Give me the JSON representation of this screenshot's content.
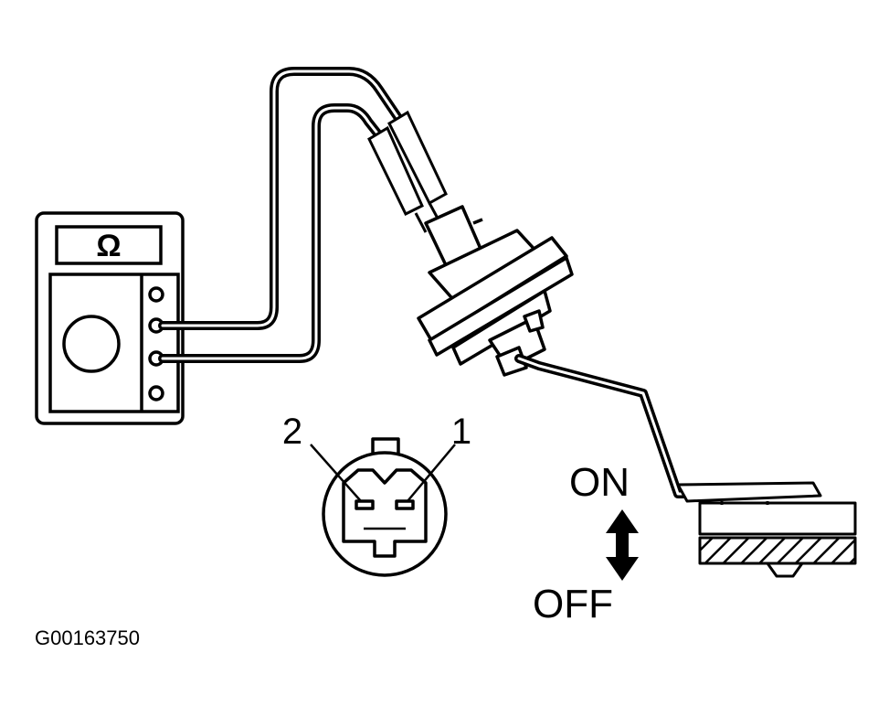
{
  "meter": {
    "display_symbol": "Ω"
  },
  "connector": {
    "pin_left_label": "2",
    "pin_right_label": "1"
  },
  "switch": {
    "on_label": "ON",
    "off_label": "OFF"
  },
  "figure_code": "G00163750"
}
